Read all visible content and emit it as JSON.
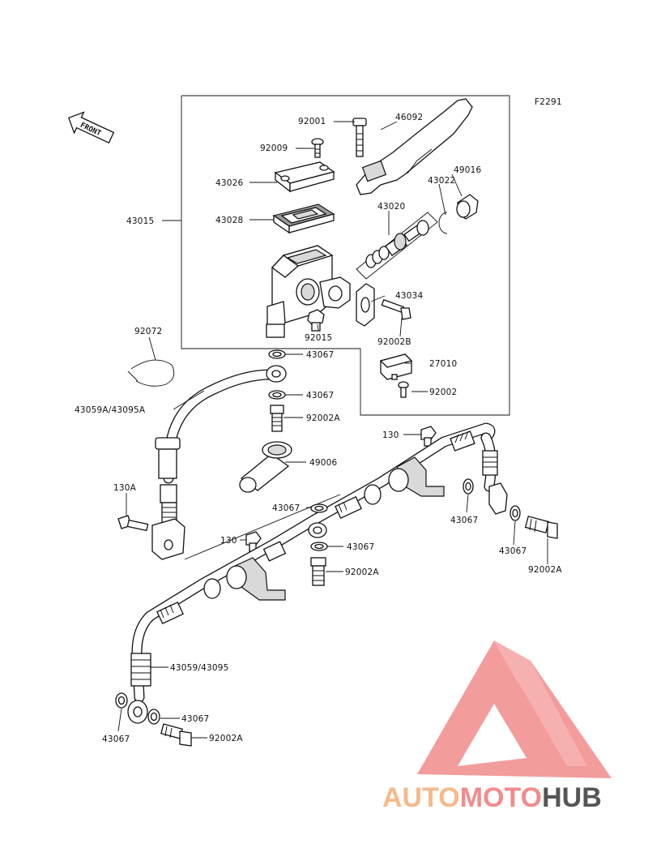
{
  "figure_id": "F2291",
  "front_arrow": "FRONT",
  "labels": {
    "p92001": "92001",
    "p46092": "46092",
    "p92009": "92009",
    "p43026": "43026",
    "p49016": "49016",
    "p43022": "43022",
    "p43015": "43015",
    "p43028": "43028",
    "p43020": "43020",
    "p43034": "43034",
    "p92072": "92072",
    "p92015": "92015",
    "p92002B": "92002B",
    "p43067_a": "43067",
    "p27010": "27010",
    "p43067_b": "43067",
    "p92002": "92002",
    "p43059A": "43059A/43095A",
    "p92002A_a": "92002A",
    "p130_a": "130",
    "p49006": "49006",
    "p130A": "130A",
    "p43067_c": "43067",
    "p43067_d": "43067",
    "p130_b": "130",
    "p43067_e": "43067",
    "p43067_f": "43067",
    "p92002A_b": "92002A",
    "p92002A_c": "92002A",
    "p43059": "43059/43095",
    "p43067_g": "43067",
    "p43067_h": "43067",
    "p92002A_d": "92002A"
  },
  "watermark": {
    "part1": "AUTO",
    "part2": "MOTO",
    "part3": "HUB",
    "color1": "#f6b98a",
    "color2": "#f28b8b",
    "color3": "#555555",
    "logo_color": "#f28b8b"
  }
}
